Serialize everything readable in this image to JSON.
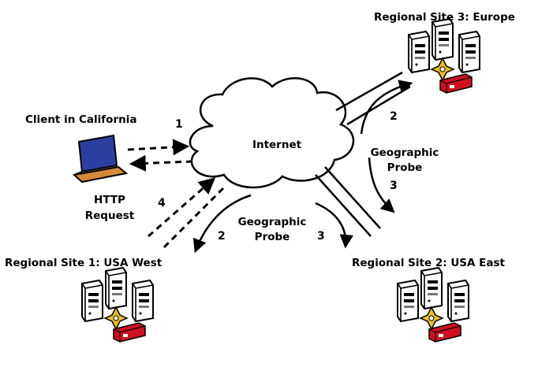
{
  "labels": {
    "client": "Client in California",
    "internet": "Internet",
    "http_request_line1": "HTTP",
    "http_request_line2": "Request",
    "probe_right_line1": "Geographic",
    "probe_right_line2": "Probe",
    "probe_bottom_line1": "Geographic",
    "probe_bottom_line2": "Probe",
    "site1": "Regional Site 1: USA West",
    "site2": "Regional Site 2: USA East",
    "site3": "Regional Site 3: Europe"
  },
  "step_numbers": {
    "client_request": "1",
    "http_redirect": "4",
    "probe_west": "2",
    "probe_east": "3",
    "probe_europe_up": "2",
    "probe_europe_down": "3"
  },
  "colors": {
    "laptop_screen": "#2a3fa0",
    "laptop_body": "#d58a3a",
    "compass": "#e8c020",
    "red_unit": "#d01020",
    "ink": "#000000"
  }
}
